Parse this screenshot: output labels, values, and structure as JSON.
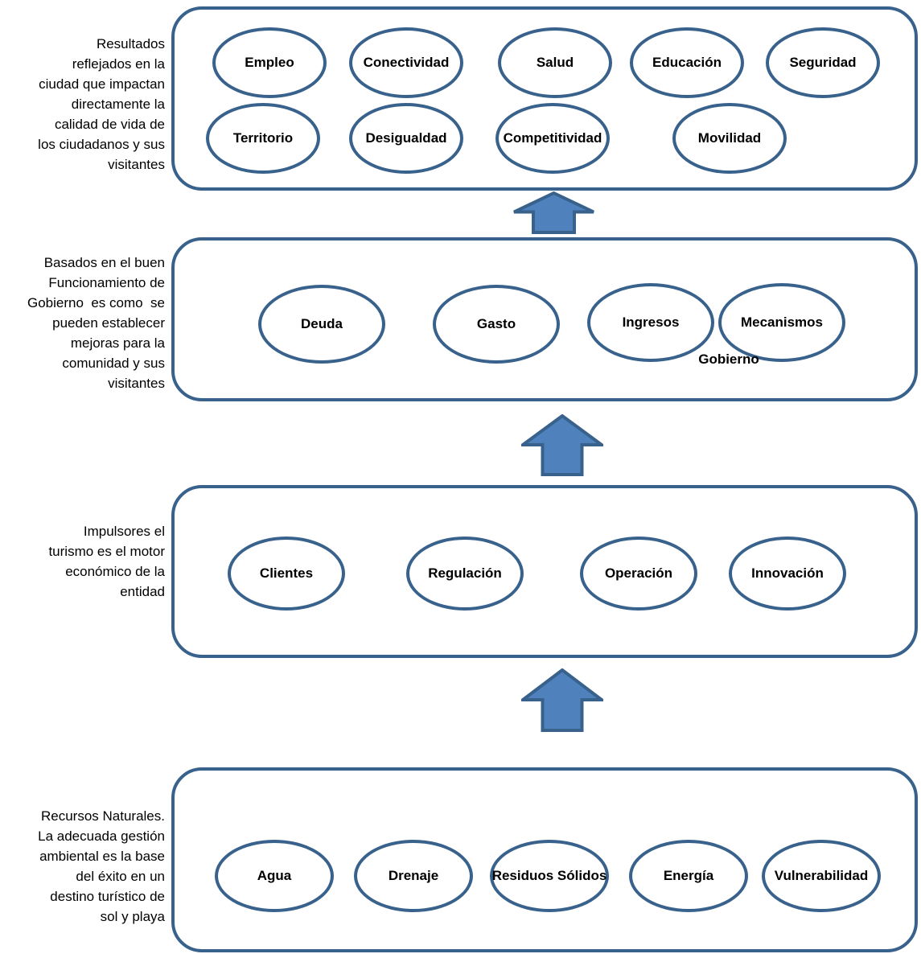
{
  "diagram": {
    "title": "Flujo de niveles: recursos, impulsores, gobierno y resultados",
    "colors": {
      "outline": "#38618c",
      "arrow_fill": "#4f81bd",
      "arrow_stroke": "#38618c",
      "text": "#000000"
    },
    "arrow_direction": "up",
    "levels": [
      {
        "id": "resultados",
        "description_lines": [
          "Resultados",
          "reflejados en la",
          "ciudad que impactan",
          "directamente la",
          "calidad de vida de",
          "los ciudadanos y sus",
          "visitantes"
        ],
        "bubbles": [
          "Empleo",
          "Conectividad",
          "Salud",
          "Educación",
          "Seguridad",
          "Territorio",
          "Desigualdad",
          "Competitividad",
          "Movilidad"
        ]
      },
      {
        "id": "gobierno",
        "description_lines": [
          "Basados en el buen",
          "Funcionamiento de",
          "Gobierno  es como  se",
          "pueden establecer",
          "mejoras para la",
          "comunidad y sus",
          "visitantes"
        ],
        "bubbles": [
          "Deuda",
          "Gasto",
          "Ingresos",
          "Mecanismos"
        ],
        "caption": "Gobierno"
      },
      {
        "id": "impulsores",
        "description_lines": [
          "Impulsores el",
          "turismo es el motor",
          "económico de la",
          "entidad"
        ],
        "bubbles": [
          "Clientes",
          "Regulación",
          "Operación",
          "Innovación"
        ]
      },
      {
        "id": "recursos-naturales",
        "description_lines": [
          "Recursos Naturales.",
          "La adecuada gestión",
          "ambiental es la base",
          "del éxito en un",
          "destino turístico de",
          "sol y playa"
        ],
        "bubbles": [
          "Agua",
          "Drenaje",
          "Residuos Sólidos",
          "Energía",
          "Vulnerabilidad"
        ]
      }
    ]
  }
}
